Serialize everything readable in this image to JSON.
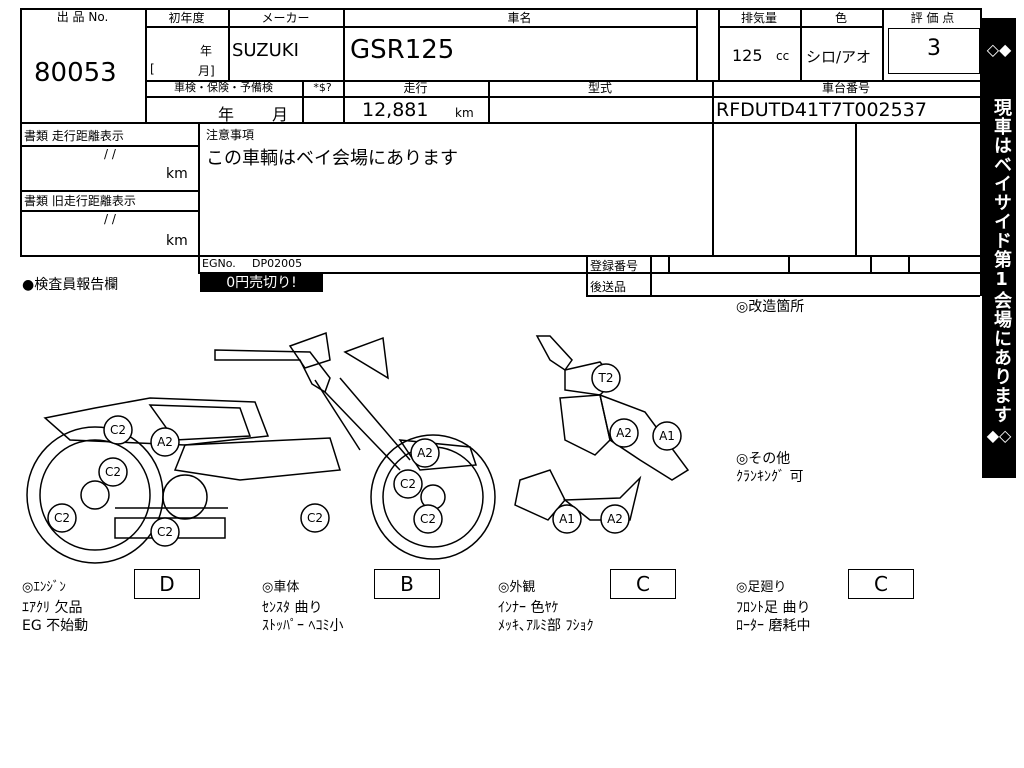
{
  "header": {
    "lot_no_label": "出 品 No.",
    "year_label": "初年度",
    "maker_label": "メーカー",
    "model_label": "車名",
    "displacement_label": "排気量",
    "color_label": "色",
    "rating_label": "評 価 点",
    "inspection_label": "車検・保険・予備検",
    "price_label": "*$?",
    "mileage_label": "走行",
    "type_label": "型式",
    "chassis_label": "車台番号"
  },
  "values": {
    "lot_no": "80053",
    "year_nen": "年",
    "year_month": "月]",
    "year_bracket": "[",
    "maker": "SUZUKI",
    "model": "GSR125",
    "displacement": "125",
    "displacement_unit": "cc",
    "color": "シロ/アオ",
    "rating": "3",
    "inspect_year": "年",
    "inspect_month": "月",
    "mileage": "12,881",
    "mileage_unit": "km",
    "chassis": "RFDUTD41T7T002537"
  },
  "docs": {
    "label1": "書類 走行距離表示",
    "label2": "書類 旧走行距離表示",
    "slash": "/ /",
    "km": "km",
    "notes_label": "注意事項",
    "notes_text": "この車輌はベイ会場にあります",
    "egno_label": "EGNo.",
    "egno_value": "DP02005",
    "reg_label": "登録番号",
    "dest_label": "後送品"
  },
  "report": {
    "inspector_label": "●検査員報告欄",
    "zero_yen": "0円売切り!",
    "mods_label": "◎改造箇所",
    "other_label": "◎その他",
    "other_note": "ｸﾗﾝｷﾝｸﾞ 可"
  },
  "damage_marks": [
    "C2",
    "A2",
    "C2",
    "C2",
    "C2",
    "A2",
    "C2",
    "C2",
    "C2",
    "T2",
    "A2",
    "A1",
    "A1",
    "A2"
  ],
  "sidebar": {
    "top": "◇◆",
    "text": "現車はベイサイド第1会場にあります",
    "bottom": "◆◇"
  },
  "grades": [
    {
      "label": "◎ｴﾝｼﾞﾝ",
      "grade": "D",
      "notes": [
        "ｴｱｸﾘ 欠品",
        "EG 不始動"
      ]
    },
    {
      "label": "◎車体",
      "grade": "B",
      "notes": [
        "ｾﾝｽﾀ 曲り",
        "ｽﾄｯﾊﾟｰ ﾍｺﾐ小"
      ]
    },
    {
      "label": "◎外観",
      "grade": "C",
      "notes": [
        "ｲﾝﾅｰ 色ﾔｹ",
        "ﾒｯｷ､ｱﾙﾐ部 ﾌｼｮｸ"
      ]
    },
    {
      "label": "◎足廻り",
      "grade": "C",
      "notes": [
        "ﾌﾛﾝﾄ足 曲り",
        "ﾛｰﾀｰ 磨耗中"
      ]
    }
  ]
}
